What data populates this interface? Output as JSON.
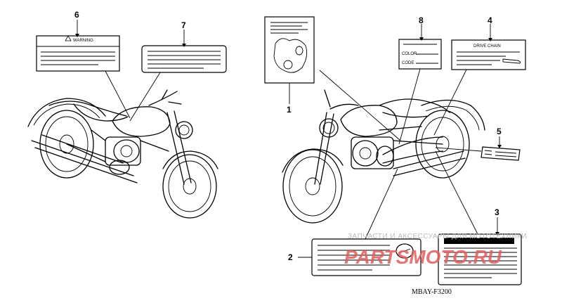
{
  "callouts": {
    "c1": "1",
    "c2": "2",
    "c3": "3",
    "c4": "4",
    "c5": "5",
    "c6": "6",
    "c7": "7",
    "c8": "8"
  },
  "label_texts": {
    "warning": "WARNING",
    "drive_chain": "DRIVE CHAIN",
    "color": "COLOR",
    "code": "CODE"
  },
  "watermark": {
    "line1": "ЗАПЧАСТИ И АКСЕССУАРЫ ДЛЯ МОТОТЕХНИКИ",
    "line2": "PARTSMOTO.RU"
  },
  "diagram_code": "MBAY-F3200",
  "colors": {
    "line": "#000000",
    "watermark_red": "#e25d5d",
    "watermark_grey": "#bbbbbb"
  }
}
